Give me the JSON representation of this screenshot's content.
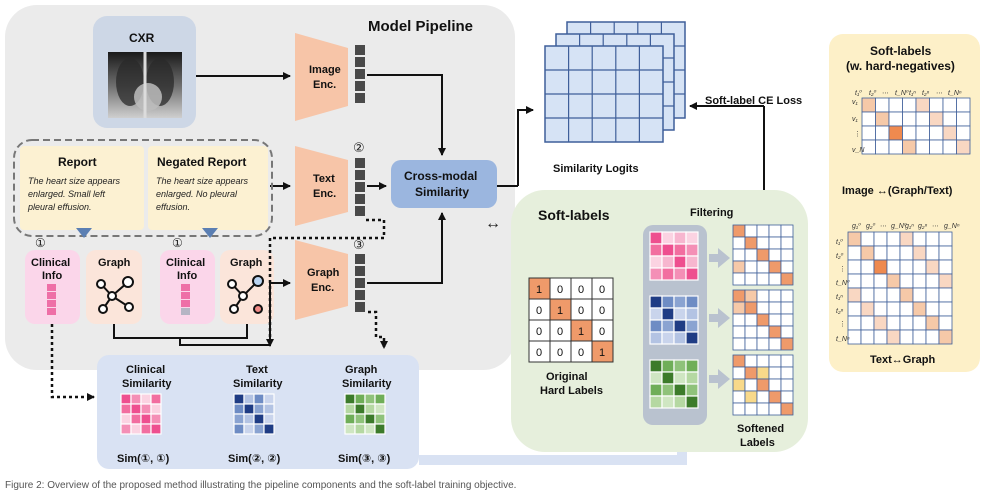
{
  "pipeline": {
    "title": "Model Pipeline",
    "cxr": "CXR",
    "image_enc": [
      "Image",
      "Enc."
    ],
    "text_enc": [
      "Text",
      "Enc."
    ],
    "graph_enc": [
      "Graph",
      "Enc."
    ],
    "cross_modal": [
      "Cross-modal",
      "Similarity"
    ],
    "report": {
      "title": "Report",
      "text": [
        "The heart size appears",
        "enlarged. Small left",
        "pleural effusion."
      ]
    },
    "negated_report": {
      "title": "Negated Report",
      "text": [
        "The heart size appears",
        "enlarged. No pleural",
        "effusion."
      ]
    },
    "clinical_info": [
      "Clinical",
      "Info"
    ],
    "graph": "Graph",
    "marker1": "①",
    "marker2": "②",
    "marker3": "③"
  },
  "similarity_panel": {
    "clinical": {
      "title": [
        "Clinical",
        "Similarity"
      ],
      "formula": "Sim(①, ①)"
    },
    "text": {
      "title": [
        "Text",
        "Similarity"
      ],
      "formula": "Sim(②, ②)"
    },
    "graph": {
      "title": [
        "Graph",
        "Similarity"
      ],
      "formula": "Sim(③, ③)"
    }
  },
  "logits": {
    "label": "Similarity Logits",
    "loss": "Soft-label CE Loss",
    "double_arrow": "↔"
  },
  "soft_labels": {
    "title": "Soft-labels",
    "filtering": "Filtering",
    "original": [
      "Original",
      "Hard Labels"
    ],
    "softened": [
      "Softened",
      "Labels"
    ],
    "identity_matrix": [
      [
        1,
        0,
        0,
        0
      ],
      [
        0,
        1,
        0,
        0
      ],
      [
        0,
        0,
        1,
        0
      ],
      [
        0,
        0,
        0,
        1
      ]
    ]
  },
  "right_panel": {
    "title": [
      "Soft-labels",
      "(w. hard-negatives)"
    ],
    "top_caption": "Image ↔(Graph/Text)",
    "bottom_caption": "Text↔Graph"
  },
  "colors": {
    "pipeline_bg": "#ebebeb",
    "encoder": "#f7c5a8",
    "pink": "#f291b8",
    "blue": "#2f4f94",
    "green": "#4e8a3a",
    "orange": "#ef9a6a",
    "soft_panel_bg": "#e6efdc",
    "right_panel_bg": "#fdf0c8"
  },
  "footer_fragment": "Figure 2: Overview of the proposed method illustrating the pipeline components and the soft-label training objective."
}
